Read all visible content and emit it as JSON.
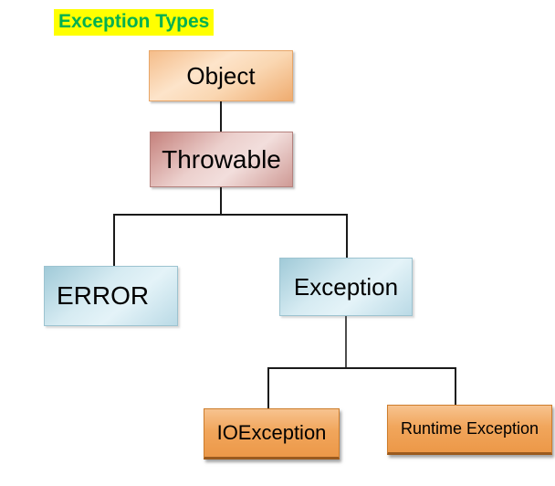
{
  "title": {
    "text": "Exception Types",
    "highlight_color": "#FFFF00",
    "text_color": "#00B050"
  },
  "diagram": {
    "type": "hierarchy-flowchart",
    "background_color": "#FFFFFF",
    "nodes": {
      "object": {
        "label": "Object",
        "fill_style": "orange-peach-gradient",
        "fill_hex": "#F8D2AC",
        "border_hex": "#E8A668"
      },
      "throwable": {
        "label": "Throwable",
        "fill_style": "pink-red-gradient",
        "fill_hex": "#ECD0CD",
        "border_hex": "#B5817D"
      },
      "error": {
        "label": "ERROR",
        "fill_style": "light-blue-gradient",
        "fill_hex": "#D6EBF2",
        "border_hex": "#9CC3D0"
      },
      "exception": {
        "label": "Exception",
        "fill_style": "light-blue-gradient",
        "fill_hex": "#D6EBF2",
        "border_hex": "#9CC3D0"
      },
      "ioexception": {
        "label": "IOException",
        "fill_style": "orange-gradient",
        "fill_hex": "#F1A65C",
        "border_hex": "#CD7D2C"
      },
      "runtime_exception": {
        "label": "Runtime Exception",
        "fill_style": "orange-gradient",
        "fill_hex": "#F1A65C",
        "border_hex": "#CD7D2C"
      }
    },
    "edges": [
      {
        "from": "Object",
        "to": "Throwable"
      },
      {
        "from": "Throwable",
        "to": "ERROR"
      },
      {
        "from": "Throwable",
        "to": "Exception"
      },
      {
        "from": "Exception",
        "to": "IOException"
      },
      {
        "from": "Exception",
        "to": "Runtime Exception"
      }
    ],
    "connector_color": "#1A1A1A"
  }
}
